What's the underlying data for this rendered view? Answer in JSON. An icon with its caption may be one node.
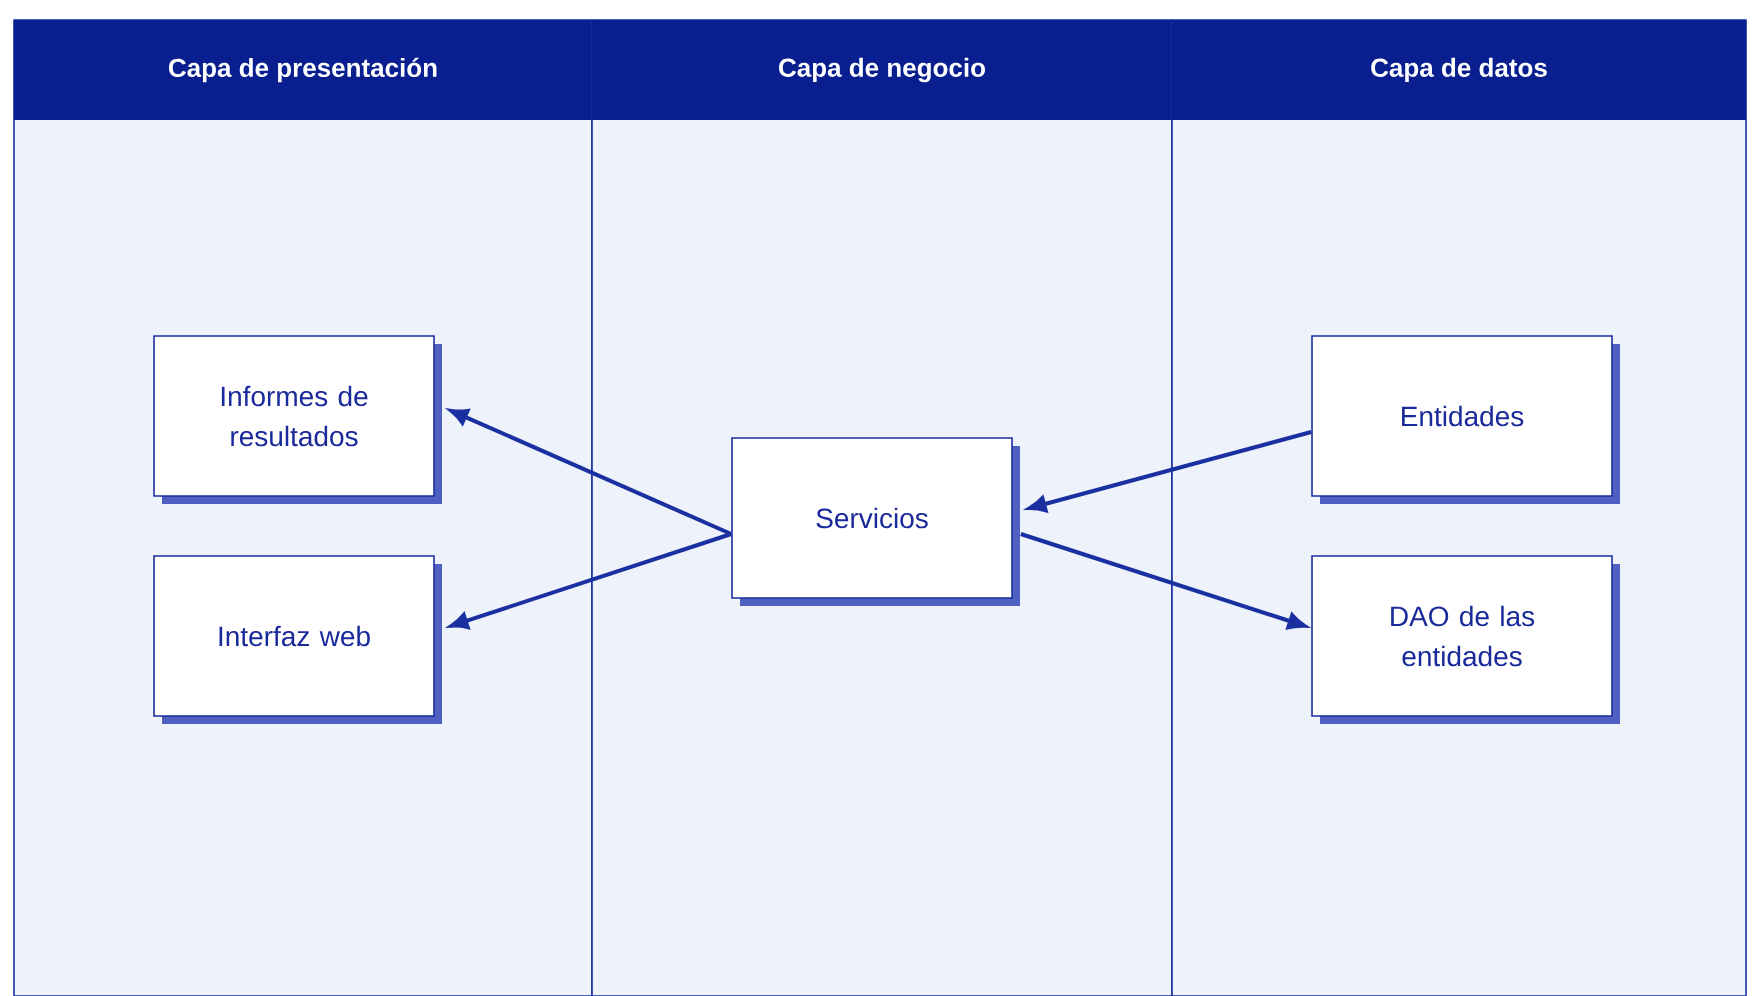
{
  "diagram": {
    "nodes": [
      {
        "text": [
          "Capa de presentación"
        ]
      },
      {
        "text": [
          "Capa de negocio"
        ]
      },
      {
        "text": [
          "Capa de datos"
        ]
      },
      {
        "text": [
          "Informes de resultados"
        ],
        "in": 0
      },
      {
        "text": [
          "Interfaz web"
        ],
        "in": 0
      },
      {
        "text": [
          "Servicios"
        ],
        "in": 1
      },
      {
        "text": [
          "Entidades"
        ],
        "in": 2
      },
      {
        "text": [
          "DAO de las entidades"
        ],
        "in": 2
      }
    ],
    "edges": [
      {
        "from": 5,
        "to": 3,
        "arrow": "to"
      },
      {
        "from": 5,
        "to": 4,
        "arrow": "to"
      },
      {
        "from": 6,
        "to": 5,
        "arrow": "to"
      },
      {
        "from": 5,
        "to": 7,
        "arrow": "to"
      }
    ]
  }
}
